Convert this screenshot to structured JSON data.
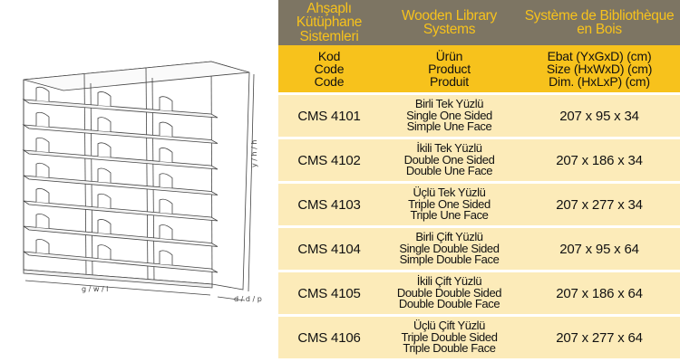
{
  "drawing": {
    "dim_width": "g / w / l",
    "dim_height": "y / h / h",
    "dim_depth": "d / d / p"
  },
  "table": {
    "header": [
      [
        "Ahşaplı Kütüphane",
        "Sistemleri"
      ],
      [
        "Wooden Library",
        "Systems"
      ],
      [
        "Système de Bibliothèque",
        "en Bois"
      ]
    ],
    "subheader": [
      [
        "Kod",
        "Code",
        "Code"
      ],
      [
        "Ürün",
        "Product",
        "Produit"
      ],
      [
        "Ebat (YxGxD) (cm)",
        "Size (HxWxD) (cm)",
        "Dim. (HxLxP) (cm)"
      ]
    ],
    "rows": [
      {
        "code": "CMS 4101",
        "name": [
          "Birli Tek Yüzlü",
          "Single One Sided",
          "Simple Une Face"
        ],
        "size": "207 x 95 x 34"
      },
      {
        "code": "CMS 4102",
        "name": [
          "İkili Tek Yüzlü",
          "Double One Sided",
          "Double Une Face"
        ],
        "size": "207 x 186 x 34"
      },
      {
        "code": "CMS 4103",
        "name": [
          "Üçlü Tek Yüzlü",
          "Triple One Sided",
          "Triple Une Face"
        ],
        "size": "207 x 277 x 34"
      },
      {
        "code": "CMS 4104",
        "name": [
          "Birli Çift Yüzlü",
          "Single Double Sided",
          "Simple Double Face"
        ],
        "size": "207 x 95 x 64"
      },
      {
        "code": "CMS 4105",
        "name": [
          "İkili Çift Yüzlü",
          "Double Double Sided",
          "Double Double Face"
        ],
        "size": "207 x 186 x 64"
      },
      {
        "code": "CMS 4106",
        "name": [
          "Üçlü Çift Yüzlü",
          "Triple Double Sided",
          "Triple Double Face"
        ],
        "size": "207 x 277 x 64"
      }
    ]
  },
  "colors": {
    "header_bg": "#7d7563",
    "header_text": "#f7c21c",
    "subheader_bg": "#f7c21c",
    "row_bg": "#fcebb9"
  }
}
